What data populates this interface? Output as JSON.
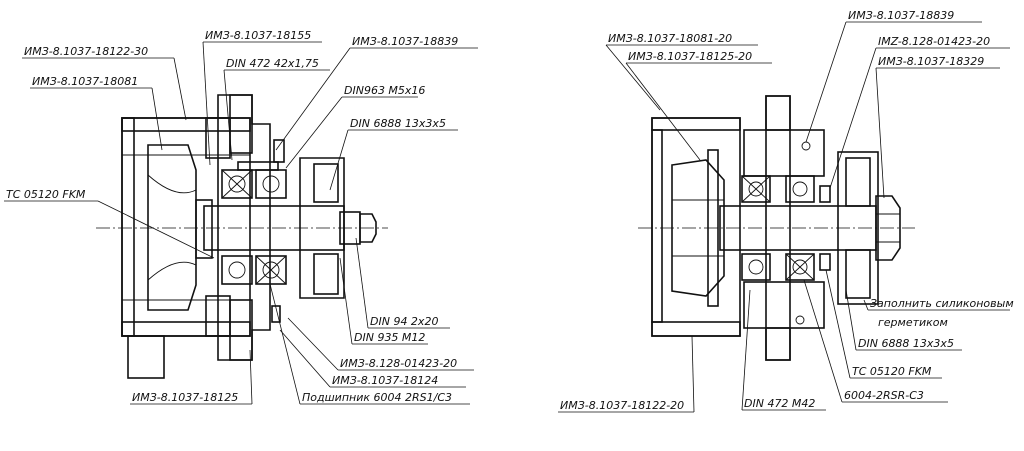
{
  "assemblies": [
    {
      "id": "left",
      "callouts": [
        "ИМЗ-8.1037-18122-30",
        "ИМЗ-8.1037-18081",
        "ИМЗ-8.1037-18155",
        "DIN 472 42x1,75",
        "ИМЗ-8.1037-18839",
        "DIN963 M5x16",
        "DIN 6888 13x3x5",
        "TC 05120 FKM",
        "DIN 94 2x20",
        "DIN 935 M12",
        "ИМЗ-8.128-01423-20",
        "ИМЗ-8.1037-18124",
        "Подшипник 6004 2RS1/C3",
        "ИМЗ-8.1037-18125"
      ]
    },
    {
      "id": "right",
      "callouts": [
        "ИМЗ-8.1037-18081-20",
        "ИМЗ-8.1037-18125-20",
        "ИМЗ-8.1037-18839",
        "IMZ-8.128-01423-20",
        "ИМЗ-8.1037-18329",
        "Заполнить силиконовым",
        "герметиком",
        "DIN 6888 13x3x5",
        "TC 05120 FKM",
        "6004-2RSR-C3",
        "DIN 472 M42",
        "ИМЗ-8.1037-18122-20"
      ]
    }
  ]
}
